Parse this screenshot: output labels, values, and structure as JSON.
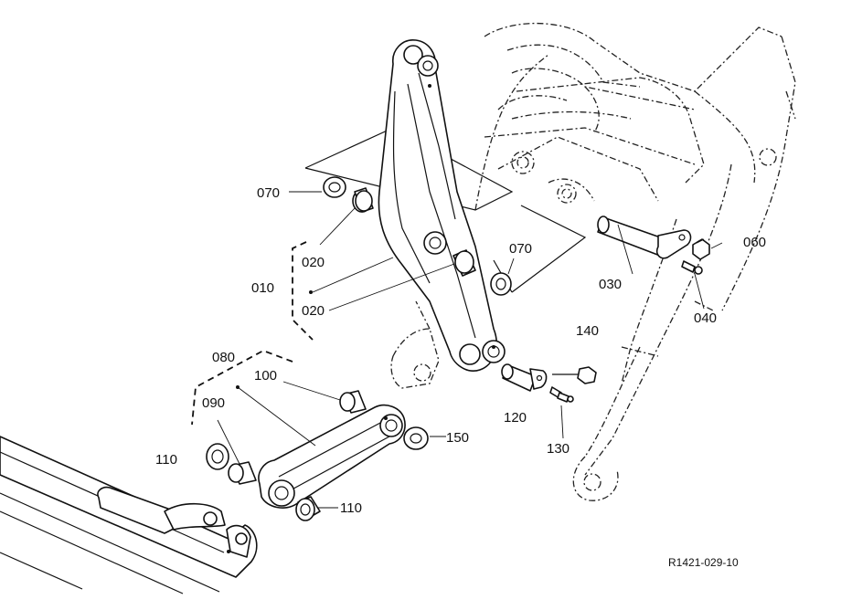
{
  "callouts": {
    "c010": "010",
    "c020a": "020",
    "c020b": "020",
    "c030": "030",
    "c040": "040",
    "c060": "060",
    "c070a": "070",
    "c070b": "070",
    "c080": "080",
    "c090": "090",
    "c100": "100",
    "c110a": "110",
    "c110b": "110",
    "c120": "120",
    "c130": "130",
    "c140": "140",
    "c150": "150"
  },
  "reference_code": "R1421-029-10"
}
